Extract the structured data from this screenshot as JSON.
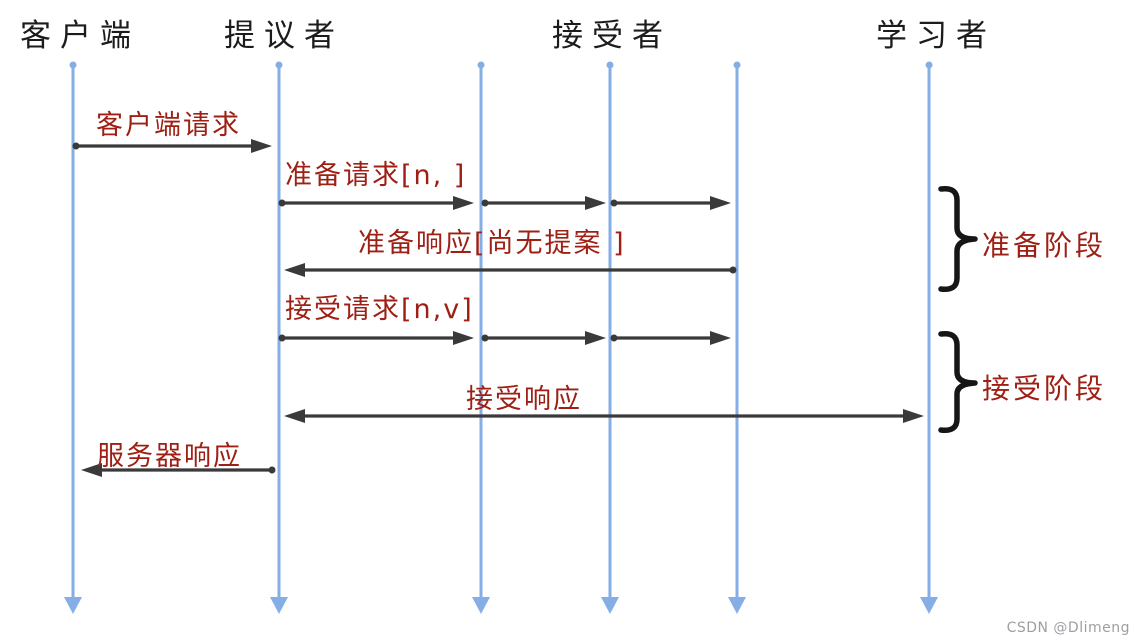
{
  "diagram": {
    "type": "sequence-diagram",
    "actors": [
      {
        "id": "client",
        "label": "客户端"
      },
      {
        "id": "proposer",
        "label": "提议者"
      },
      {
        "id": "acceptor",
        "label": "接受者",
        "lifelines": 3
      },
      {
        "id": "learner",
        "label": "学习者"
      }
    ],
    "messages": [
      {
        "label": "客户端请求",
        "from": "客户端",
        "to": "提议者"
      },
      {
        "label": "准备请求[n, ]",
        "from": "提议者",
        "to": "接受者"
      },
      {
        "label": "准备响应[尚无提案 ]",
        "from": "接受者",
        "to": "提议者"
      },
      {
        "label": "接受请求[n,v]",
        "from": "提议者",
        "to": "接受者"
      },
      {
        "label": "接受响应",
        "from": "接受者",
        "to": "提议者 / 学习者"
      },
      {
        "label": "服务器响应",
        "from": "提议者",
        "to": "客户端"
      }
    ],
    "phases": [
      {
        "label": "准备阶段"
      },
      {
        "label": "接受阶段"
      }
    ],
    "watermark": "CSDN @Dlimeng",
    "colors": {
      "lifeline": "#86aee6",
      "arrow": "#3a3a3a",
      "message_text": "#9e2015",
      "actor_text": "#1c1c1c",
      "brace": "#161616",
      "watermark_text": "#9e9ea4"
    }
  }
}
